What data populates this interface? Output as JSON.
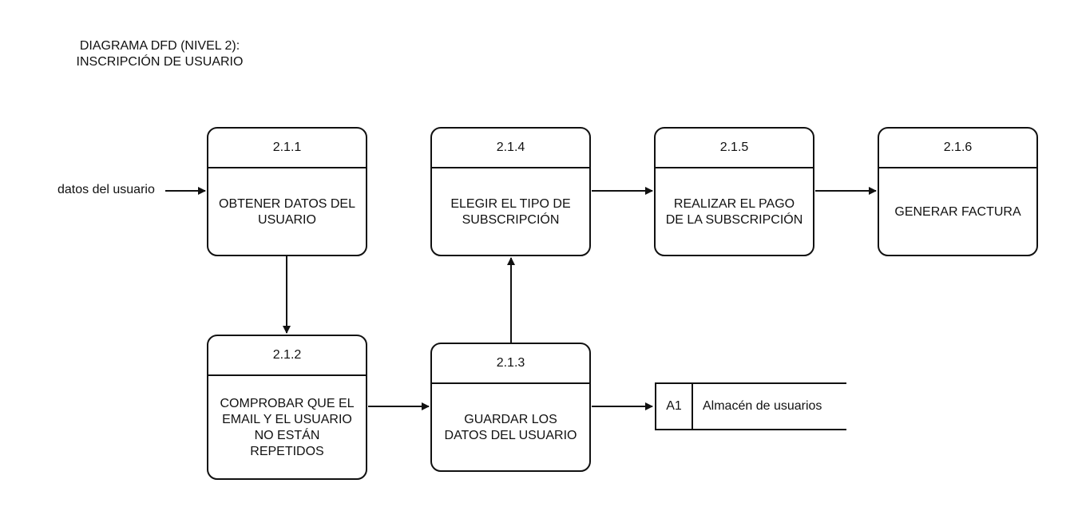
{
  "title": {
    "line1": "DIAGRAMA DFD (NIVEL 2):",
    "line2": "INSCRIPCIÓN DE USUARIO"
  },
  "processes": [
    {
      "id": "2.1.1",
      "name": "OBTENER DATOS DEL USUARIO"
    },
    {
      "id": "2.1.2",
      "name": "COMPROBAR QUE EL EMAIL Y EL USUARIO NO ESTÁN REPETIDOS"
    },
    {
      "id": "2.1.3",
      "name": "GUARDAR LOS DATOS DEL USUARIO"
    },
    {
      "id": "2.1.4",
      "name": "ELEGIR EL TIPO DE SUBSCRIPCIÓN"
    },
    {
      "id": "2.1.5",
      "name": "REALIZAR EL PAGO DE LA SUBSCRIPCIÓN"
    },
    {
      "id": "2.1.6",
      "name": "GENERAR FACTURA"
    }
  ],
  "input_flow": {
    "label": "datos del usuario"
  },
  "data_store": {
    "id": "A1",
    "name": "Almacén de usuarios"
  },
  "colors": {
    "stroke": "#111111",
    "background": "#ffffff"
  }
}
